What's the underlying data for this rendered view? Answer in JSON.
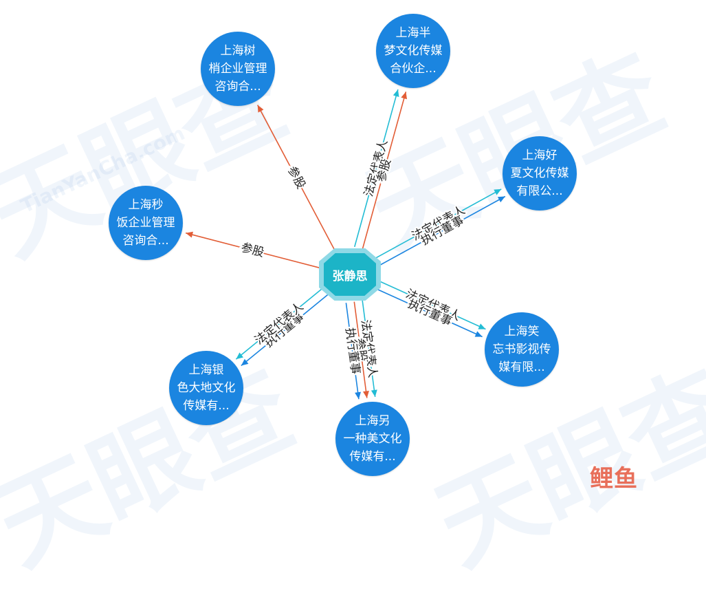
{
  "center": {
    "name": "张静思"
  },
  "nodes": [
    {
      "id": "n1",
      "lines": [
        "上海树",
        "梢企业管理",
        "咨询合..."
      ]
    },
    {
      "id": "n2",
      "lines": [
        "上海半",
        "梦文化传媒",
        "合伙企..."
      ]
    },
    {
      "id": "n3",
      "lines": [
        "上海好",
        "夏文化传媒",
        "有限公..."
      ]
    },
    {
      "id": "n4",
      "lines": [
        "上海秒",
        "饭企业管理",
        "咨询合..."
      ]
    },
    {
      "id": "n5",
      "lines": [
        "上海笑",
        "忘书影视传",
        "媒有限..."
      ]
    },
    {
      "id": "n6",
      "lines": [
        "上海银",
        "色大地文化",
        "传媒有..."
      ]
    },
    {
      "id": "n7",
      "lines": [
        "上海另",
        "一种美文化",
        "传媒有..."
      ]
    }
  ],
  "edges": [
    {
      "target": "n1",
      "label": "参股",
      "color": "#e25d36"
    },
    {
      "target": "n2",
      "label": "法定代表人",
      "color": "#22bcd4"
    },
    {
      "target": "n2",
      "label": "参股",
      "color": "#e25d36"
    },
    {
      "target": "n3",
      "label": "法定代表人",
      "color": "#22bcd4"
    },
    {
      "target": "n3",
      "label": "执行董事",
      "color": "#1b85e0"
    },
    {
      "target": "n4",
      "label": "参股",
      "color": "#e25d36"
    },
    {
      "target": "n5",
      "label": "法定代表人",
      "color": "#22bcd4"
    },
    {
      "target": "n5",
      "label": "执行董事",
      "color": "#1b85e0"
    },
    {
      "target": "n6",
      "label": "执行董事",
      "color": "#1b85e0"
    },
    {
      "target": "n6",
      "label": "法定代表人",
      "color": "#22bcd4"
    },
    {
      "target": "n7",
      "label": "法定代表人",
      "color": "#22bcd4"
    },
    {
      "target": "n7",
      "label": "参股",
      "color": "#e25d36"
    },
    {
      "target": "n7",
      "label": "执行董事",
      "color": "#1b85e0"
    }
  ],
  "watermark": {
    "brand": "天眼查",
    "site": "TianYanCha.com"
  },
  "logo": {
    "text": "鲤鱼"
  },
  "colors": {
    "node": "#1b85e0",
    "center": "#1cb4c7"
  }
}
